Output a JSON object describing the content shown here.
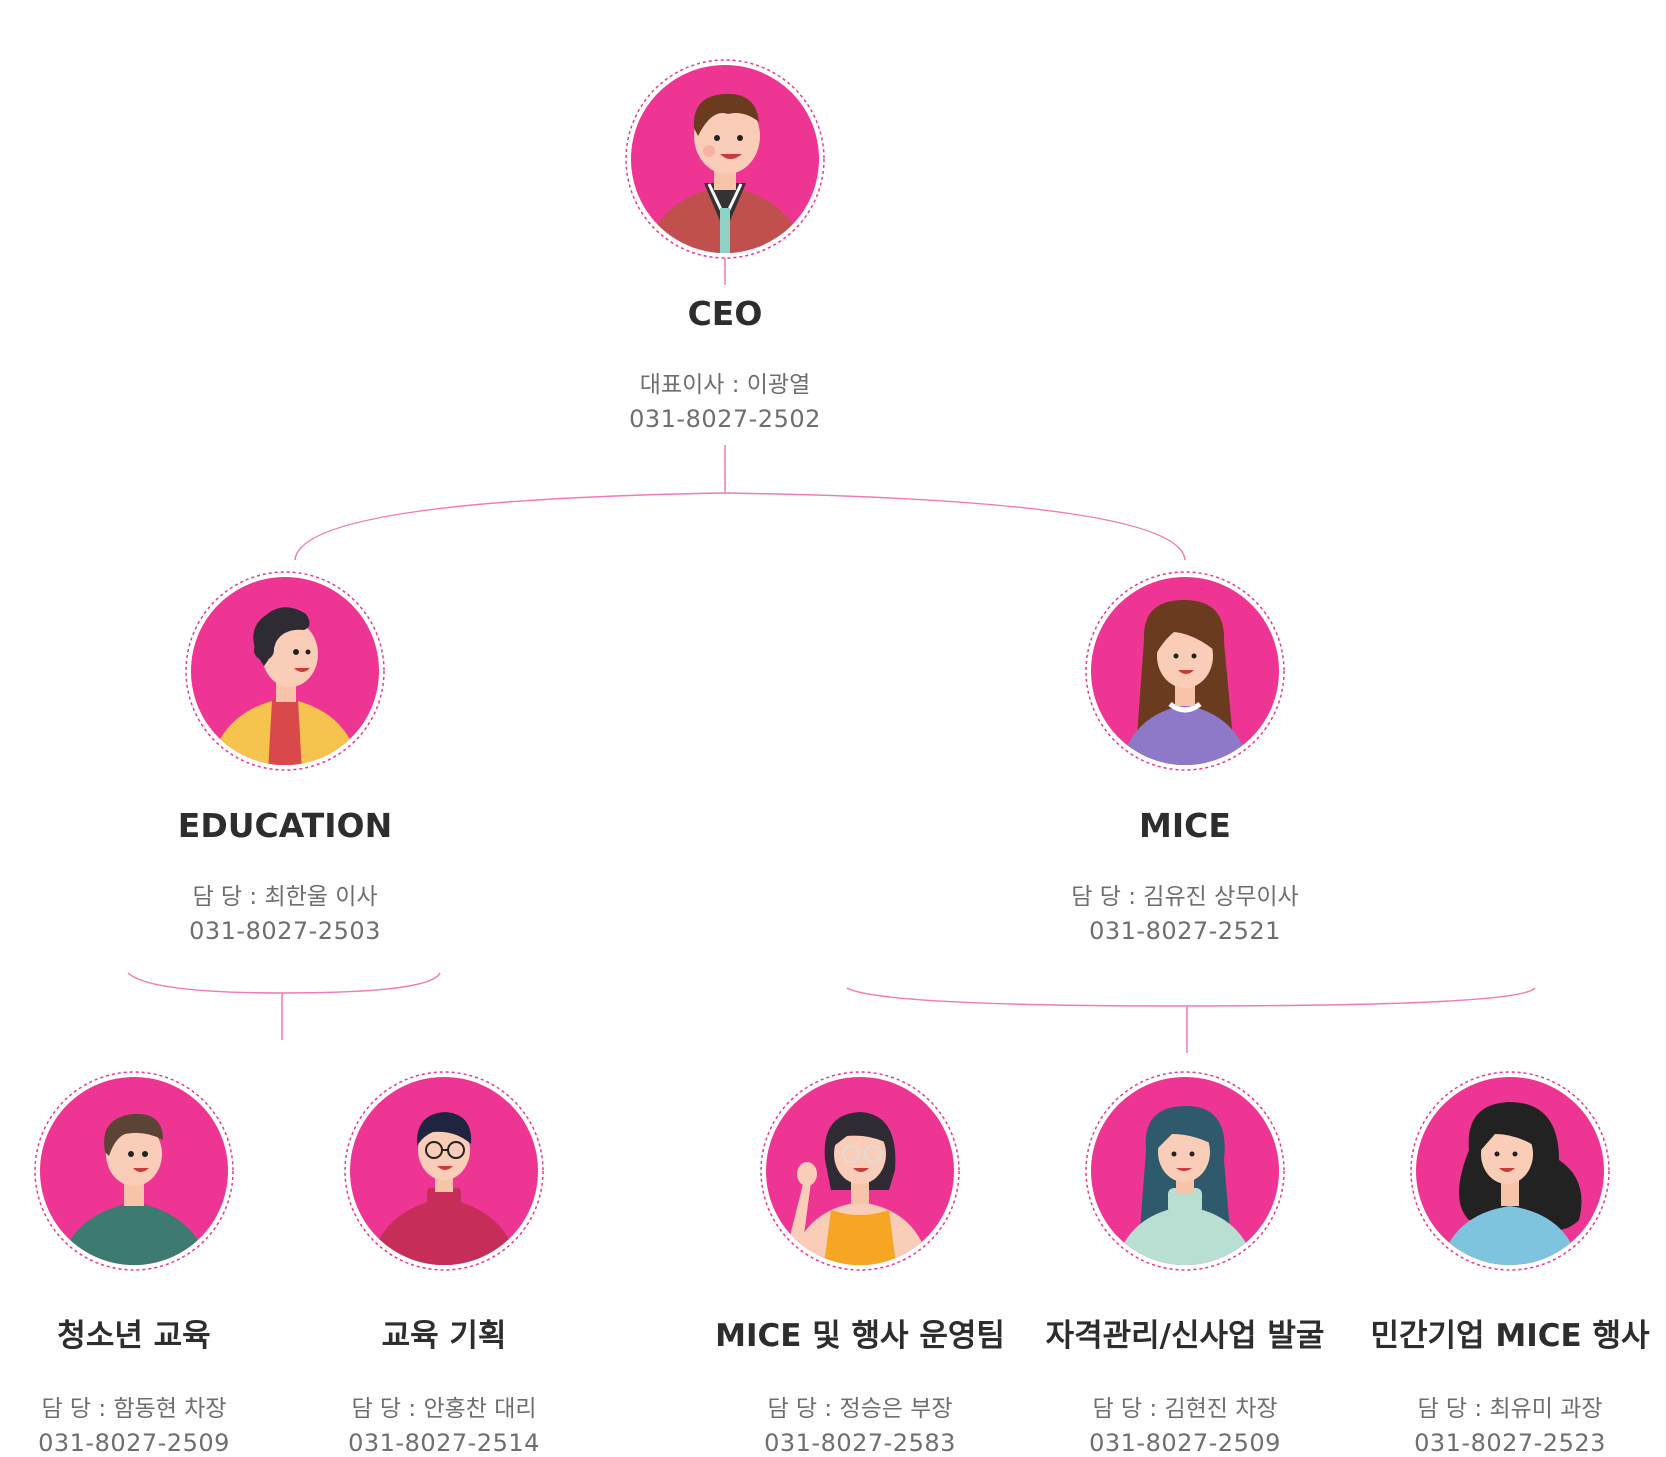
{
  "nodes": {
    "ceo": {
      "title": "CEO",
      "contact": "대표이사 : 이광열",
      "phone": "031-8027-2502"
    },
    "education": {
      "title": "EDUCATION",
      "contact": "담  당 : 최한울 이사",
      "phone": "031-8027-2503"
    },
    "mice": {
      "title": "MICE",
      "contact": "담  당 : 김유진 상무이사",
      "phone": "031-8027-2521"
    },
    "youth": {
      "title": "청소년 교육",
      "contact": "담  당 : 함동현 차장",
      "phone": "031-8027-2509"
    },
    "planning": {
      "title": "교육 기획",
      "contact": "담  당 : 안홍찬 대리",
      "phone": "031-8027-2514"
    },
    "ops": {
      "title": "MICE 및 행사 운영팀",
      "contact": "담  당 : 정승은 부장",
      "phone": "031-8027-2583"
    },
    "cert": {
      "title": "자격관리/신사업 발굴",
      "contact": "담  당 : 김현진 차장",
      "phone": "031-8027-2509"
    },
    "private": {
      "title": "민간기업 MICE 행사",
      "contact": "담  당 : 최유미 과장",
      "phone": "031-8027-2523"
    }
  },
  "colors": {
    "accent": "#ee3593",
    "connector": "#f07ab3",
    "title": "#2d2d2d",
    "text": "#6e6e6e"
  },
  "icons": {
    "ceo": "man-suit-avatar-icon",
    "education": "man-curly-hair-avatar-icon",
    "mice": "woman-long-hair-avatar-icon",
    "youth": "boy-avatar-icon",
    "planning": "man-glasses-avatar-icon",
    "ops": "woman-waving-avatar-icon",
    "cert": "woman-turtleneck-avatar-icon",
    "private": "woman-wavy-hair-avatar-icon"
  }
}
